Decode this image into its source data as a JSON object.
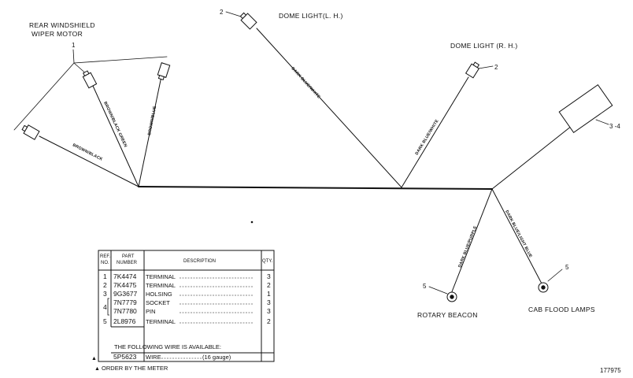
{
  "labels": {
    "rear_wiper_line1": "REAR WINDSHIELD",
    "rear_wiper_line2": "WIPER MOTOR",
    "dome_light_lh": "DOME LIGHT(L. H.)",
    "dome_light_rh": "DOME LIGHT (R. H.)",
    "rotary_beacon": "ROTARY BEACON",
    "cab_flood_lamps": "CAB FLOOD LAMPS"
  },
  "callouts": {
    "rear_wiper": "1",
    "dome_lh": "2",
    "dome_rh": "2",
    "box": "3 -4",
    "beacon": "5",
    "flood": "5"
  },
  "wires": {
    "brown_black_lower": "BROWN/BLACK",
    "brown_black_green": "BROWN/BLACK GREEN",
    "brown_upper": "BROWN/BLUE",
    "dark_blue_white_lh": "DARK BLUE/WHITE",
    "dark_blue_white_rh": "DARK BLUE/WHITE",
    "dark_blue_purple": "DARK BLUE/PURPLE",
    "dark_blue_light_blue": "DARK BLUE/LIGHT BLUE"
  },
  "parts_table": {
    "headers": {
      "ref_line1": "REF.",
      "ref_line2": "NO.",
      "part_line1": "PART",
      "part_line2": "NUMBER",
      "description": "DESCRIPTION",
      "qty": "QTY."
    },
    "rows": [
      {
        "ref": "1",
        "part": "7K4474",
        "desc": "TERMINAL",
        "qty": "3"
      },
      {
        "ref": "2",
        "part": "7K4475",
        "desc": "TERMINAL",
        "qty": "2"
      },
      {
        "ref": "3",
        "part": "9G3677",
        "desc": "HOLSING",
        "qty": "1"
      },
      {
        "ref": "4",
        "part": "7N7779",
        "desc": "SOCKET",
        "qty": "3"
      },
      {
        "ref": "",
        "part": "7N7780",
        "desc": "PIN",
        "qty": "3"
      },
      {
        "ref": "5",
        "part": "2L8976",
        "desc": "TERMINAL",
        "qty": "2"
      }
    ],
    "note": "THE FOLLOWING WIRE IS AVAILABLE:",
    "wire_row": {
      "part": "5P5623",
      "desc": "WIRE",
      "gauge": "(16 gauge)"
    },
    "footnote": "ORDER BY THE METER"
  },
  "figure_number": "177975"
}
